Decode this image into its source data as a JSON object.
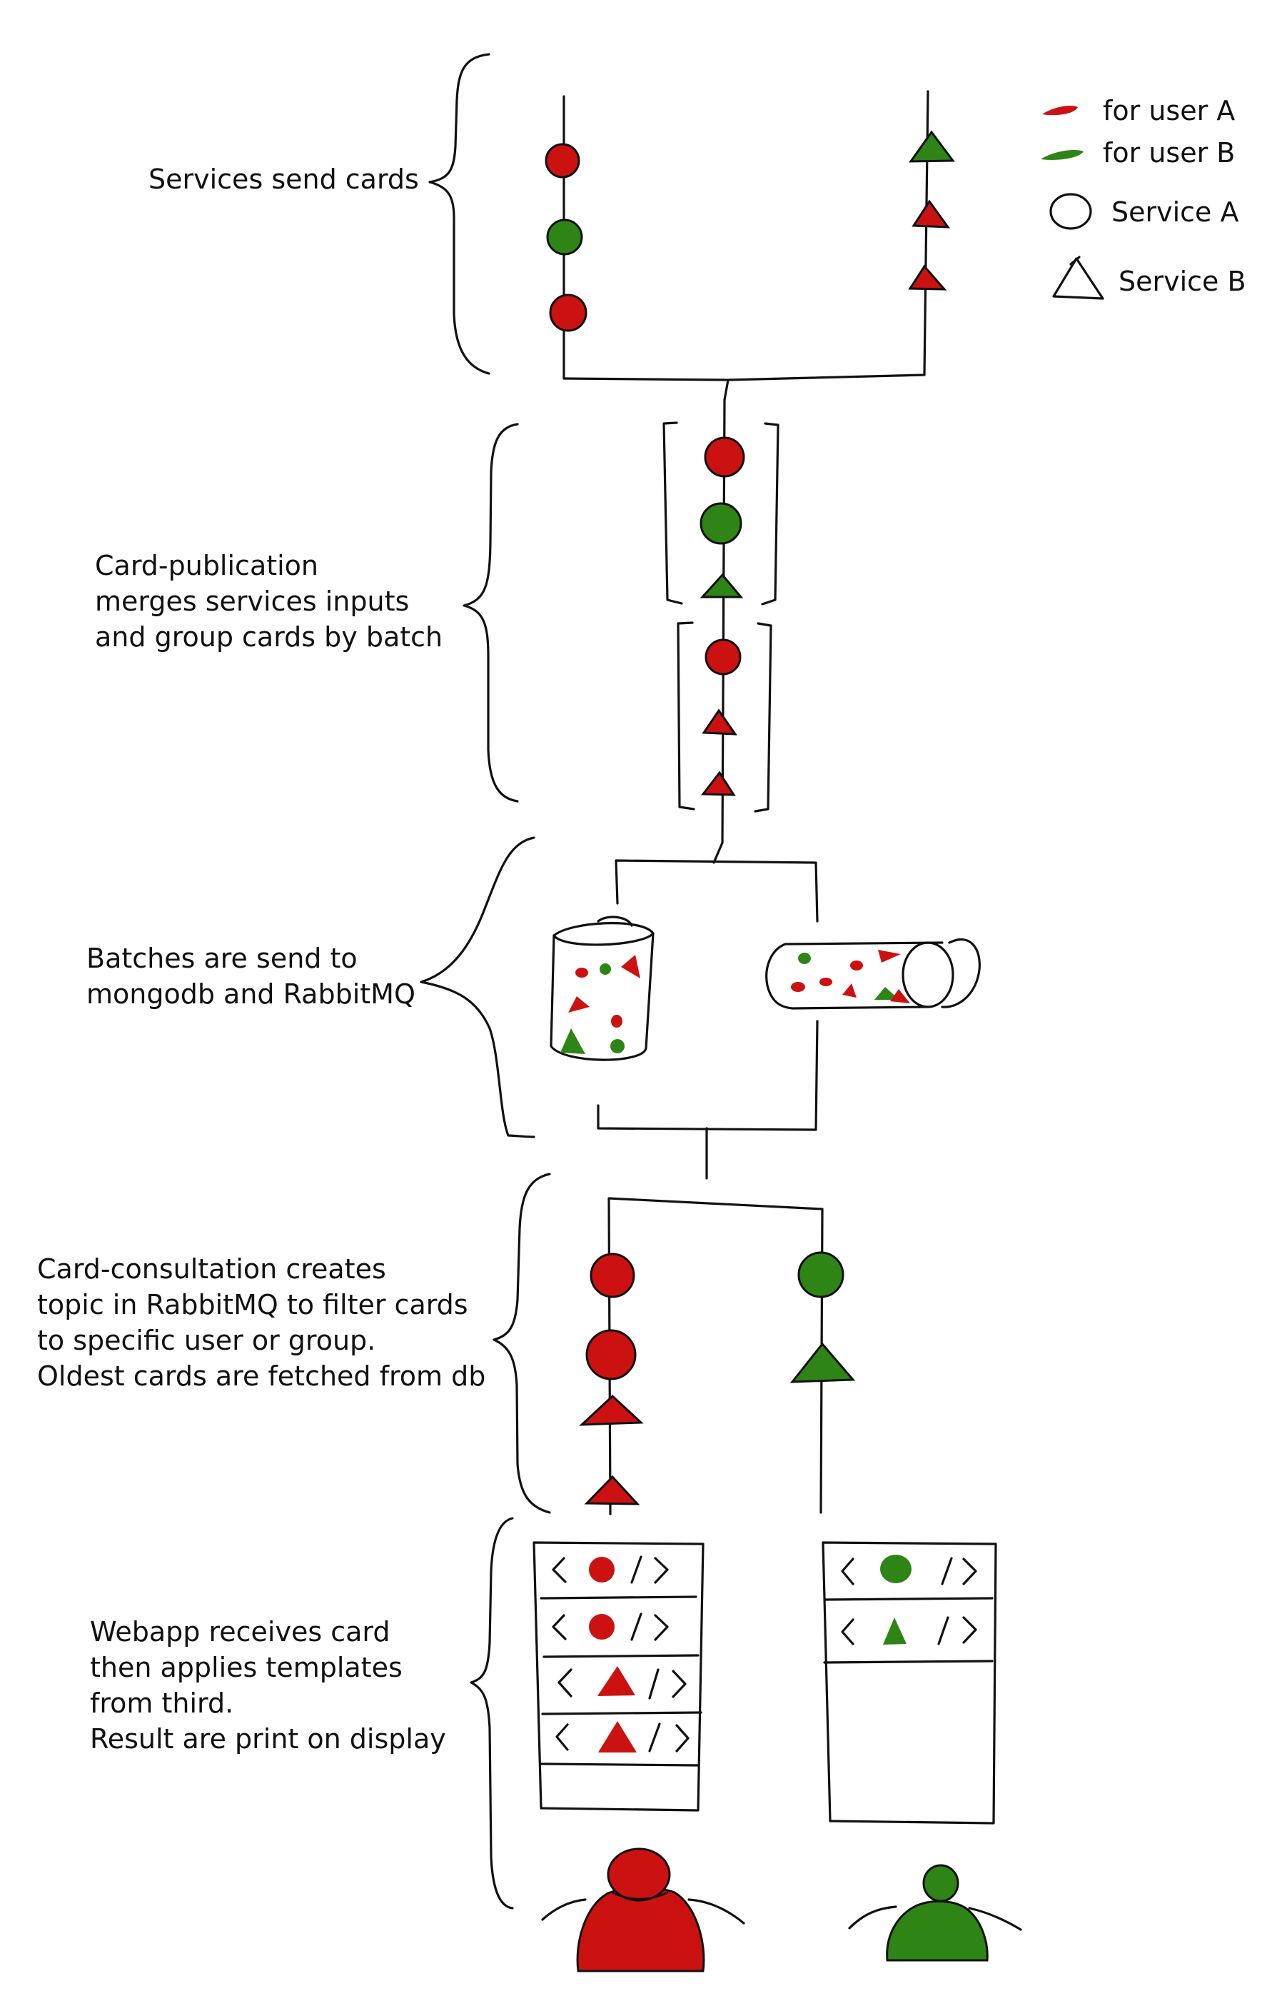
{
  "legend": {
    "user_a": "for user A",
    "user_b": "for user B",
    "service_a": "Service A",
    "service_b": "Service B",
    "user_a_color": "#cc1111",
    "user_b_color": "#2f8416"
  },
  "stages": {
    "services": {
      "lines": [
        "Services send cards"
      ]
    },
    "publication": {
      "lines": [
        "Card-publication",
        "merges services inputs",
        "and group cards by batch"
      ]
    },
    "batches": {
      "lines": [
        "Batches are send to",
        "mongodb and RabbitMQ"
      ]
    },
    "consultation": {
      "lines": [
        "Card-consultation creates",
        "topic in RabbitMQ to filter cards",
        "to specific user or group.",
        "Oldest cards are fetched from db"
      ]
    },
    "webapp": {
      "lines": [
        "Webapp receives card",
        "then applies templates",
        "from third.",
        "Result are print on display"
      ]
    }
  }
}
